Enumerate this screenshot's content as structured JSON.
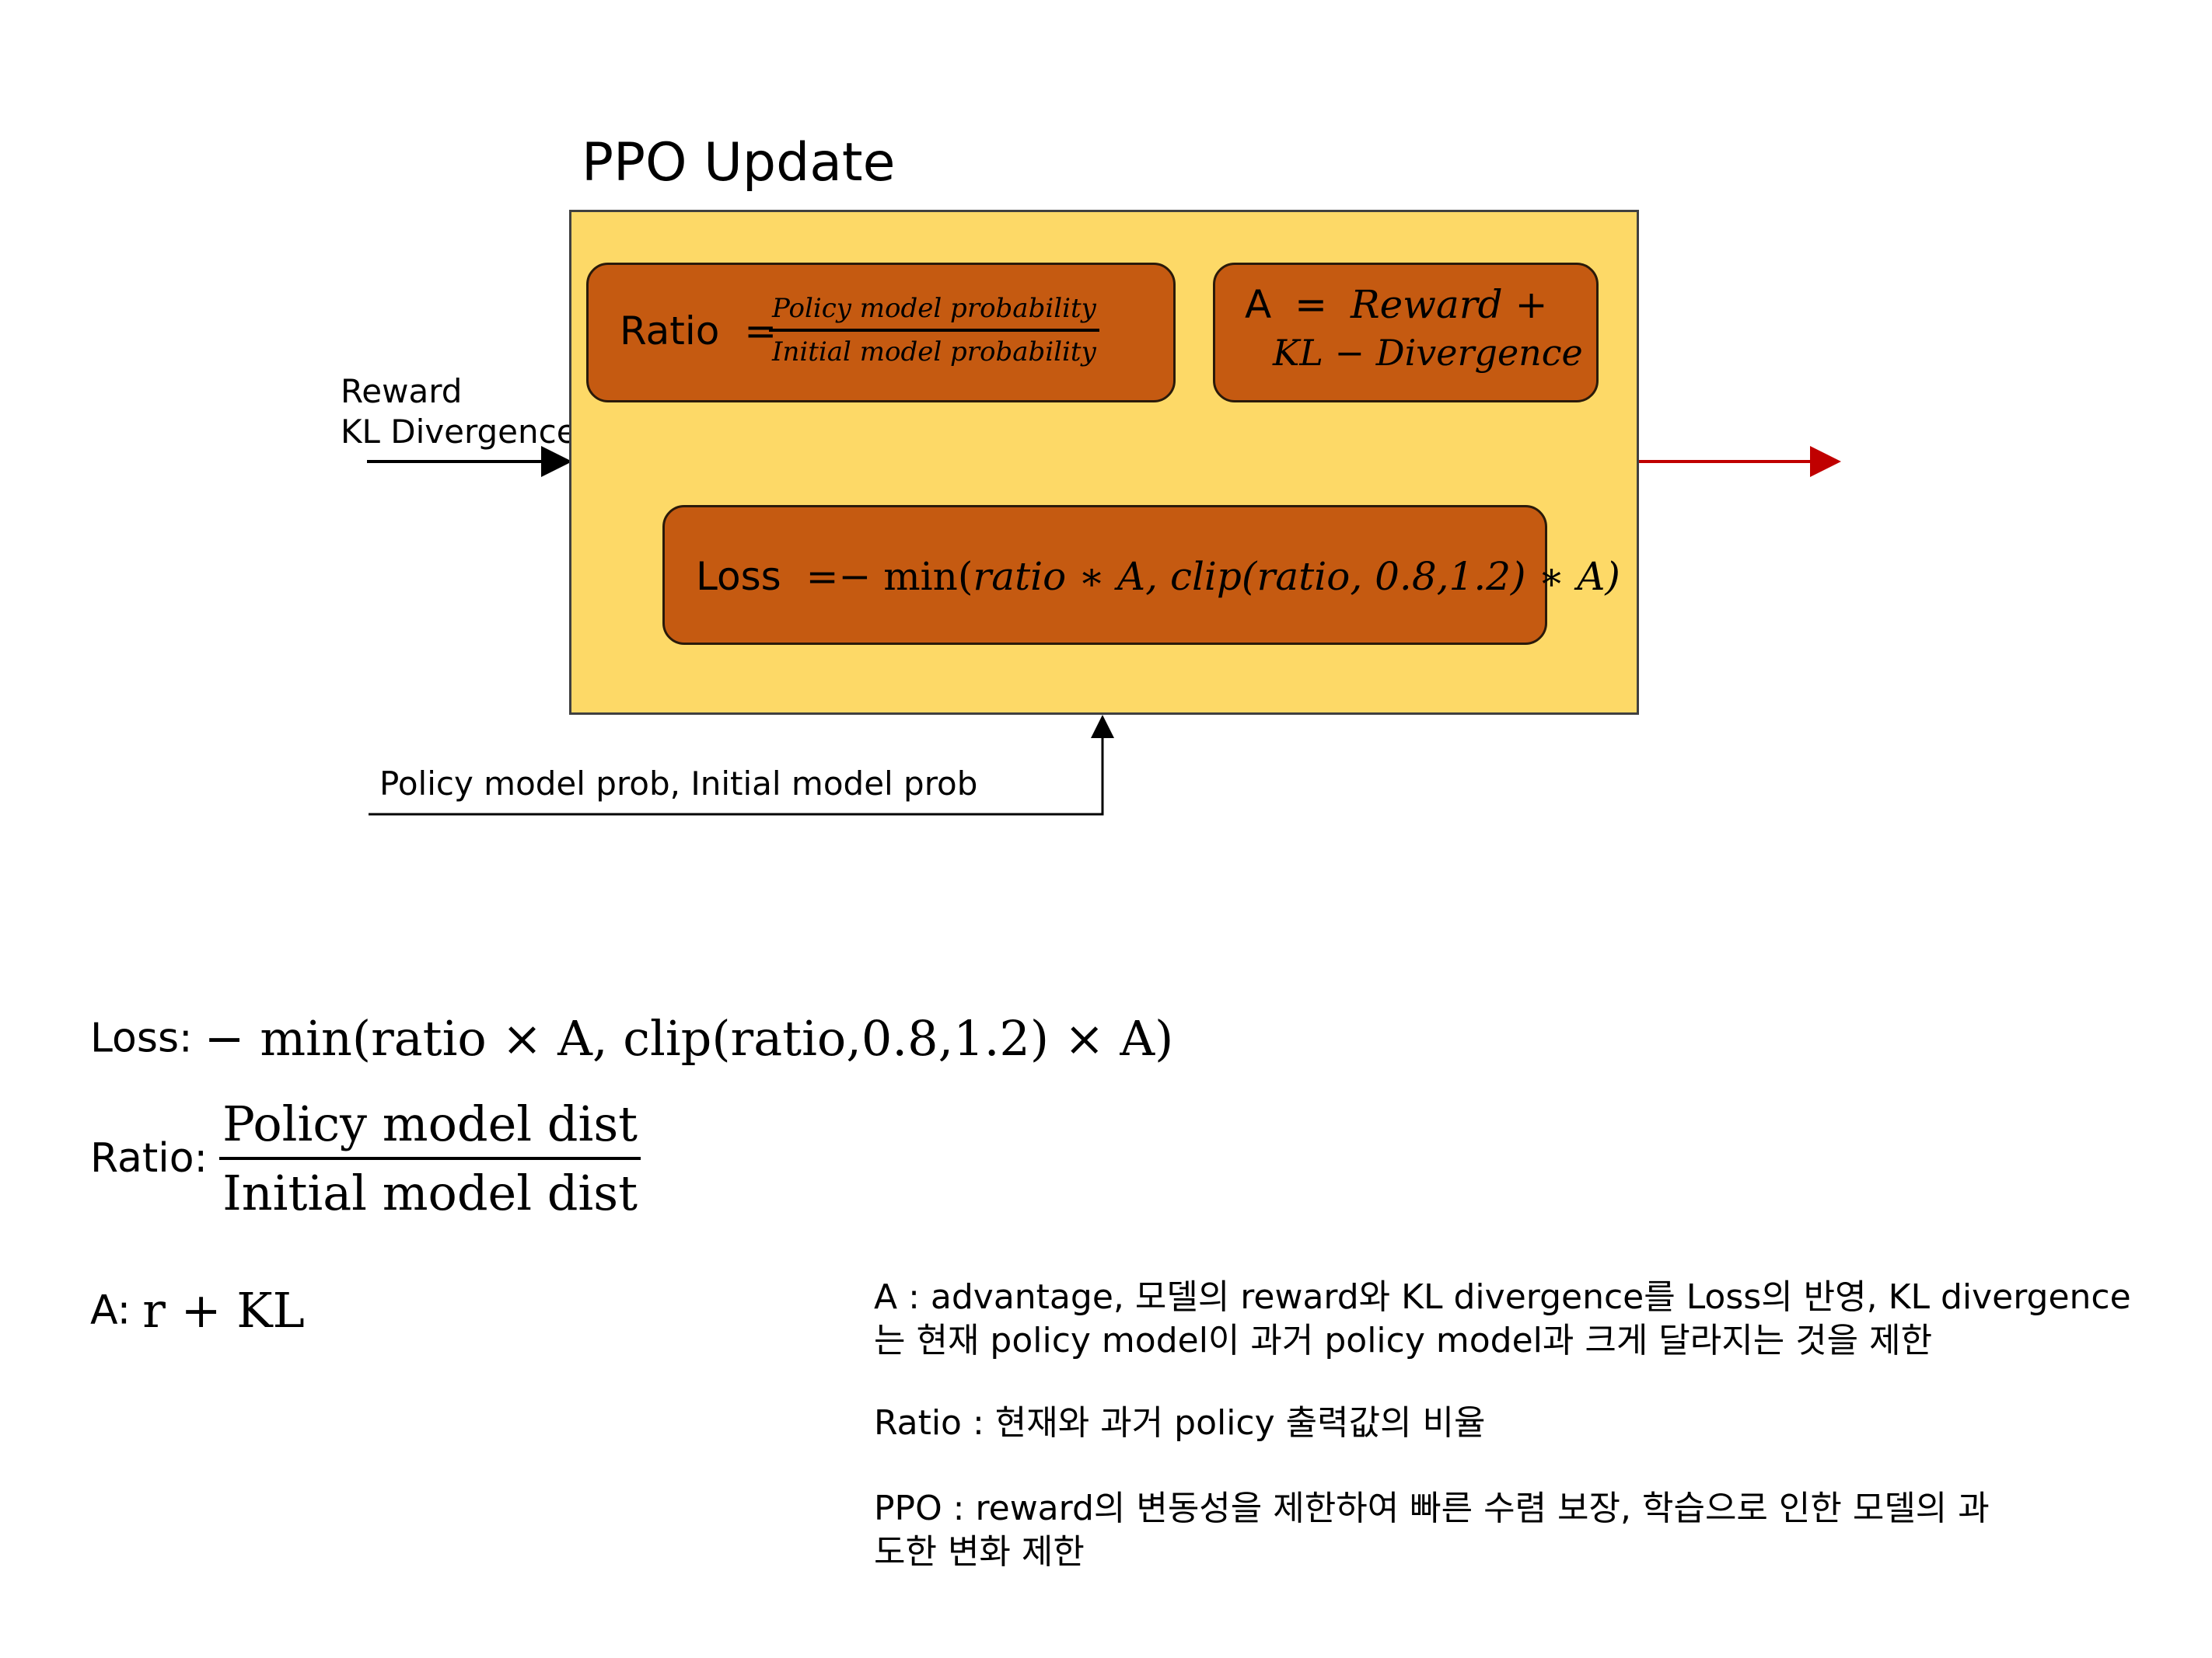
{
  "diagram": {
    "title": "PPO Update",
    "input_label_line1": "Reward",
    "input_label_line2": "KL Divergence",
    "bottom_input_label": "Policy model prob, Initial model prob",
    "ratio_box": {
      "label": "Ratio",
      "eq": "=",
      "numerator": "Policy model probability",
      "denominator": "Initial model probability"
    },
    "a_box": {
      "label": "A",
      "eq": "=",
      "line1_math": "Reward +",
      "line2_math": "KL − Divergence"
    },
    "loss_box": {
      "label": "Loss",
      "eq": "=− min(",
      "math": "ratio ∗ A, clip(ratio, 0.8,1.2) ∗ A)"
    }
  },
  "formulas": {
    "loss_label": "Loss:",
    "loss_expr": "− min(ratio × A, clip(ratio,0.8,1.2) × A)",
    "ratio_label": "Ratio:",
    "ratio_numerator": "Policy model dist",
    "ratio_denominator": "Initial model dist",
    "a_label": "A:",
    "a_expr": "r + KL"
  },
  "notes": {
    "a_line1": " A : advantage, 모델의 reward와 KL divergence를 Loss의 반영, KL divergence",
    "a_line2": "는 현재 policy model이 과거 policy model과 크게 달라지는 것을 제한",
    "ratio_line": "Ratio : 현재와 과거 policy 출력값의 비율",
    "ppo_line1": "PPO : reward의 변동성을 제한하여 빠른 수렴 보장, 학습으로 인한 모델의 과",
    "ppo_line2": "도한 변화 제한"
  },
  "colors": {
    "outer_fill": "#fdd967",
    "inner_fill": "#c55a11",
    "output_arrow": "#c00000"
  }
}
